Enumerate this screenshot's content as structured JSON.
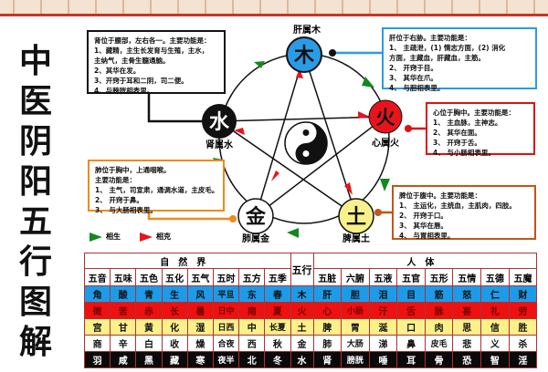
{
  "title_chars": [
    "中",
    "医",
    "阴",
    "阳",
    "五",
    "行",
    "图",
    "解"
  ],
  "elements": {
    "wood": {
      "char": "木",
      "label": "肝属木",
      "color": "#2a9be6"
    },
    "fire": {
      "char": "火",
      "label": "心属火",
      "color": "#e8141c"
    },
    "earth": {
      "char": "土",
      "label": "脾属土",
      "color": "#f8f08a"
    },
    "metal": {
      "char": "金",
      "label": "肺属金",
      "color": "#ffffff"
    },
    "water": {
      "char": "水",
      "label": "肾属水",
      "color": "#111111"
    }
  },
  "boxes": {
    "kidney": [
      "肾位于腰部，左右各一。主要功能是：",
      "1、藏精，主生长发育与生殖，主水，",
      "主纳气，主骨生髓通脑。",
      "2、其华在发。",
      "3、开窍于耳和二阴，司二便。",
      "4、与膀胱相表里。"
    ],
    "liver": [
      "肝位于右胁。主要功能是：",
      "1、 主疏泄，(1) 情志方面，(2) 消化",
      "方面，主藏血，肝藏血，主筋。",
      "2、 开窍于目。",
      "3、 其华在爪。",
      "4、 与胆相表里。"
    ],
    "heart": [
      "心位于胸中。主要功能是：",
      "1、 主血脉，主神志。",
      "2、 其华在面。",
      "3、 开窍于舌。",
      "4、 与小肠相表里。"
    ],
    "spleen": [
      "脾位于腹中。主要功能是：",
      "1、 主运化，主统血，主肌肉，四肢。",
      "2、 开窍于口。",
      "3、 其华在唇。",
      "4、 与胃相表里。"
    ],
    "lung": [
      "肺位于胸中，上通咽喉。",
      "主要功能是：",
      "1、 主气，司宣肃，通调水道，主皮毛。",
      "2、 开窍于鼻。",
      "3、 与大肠相表里。"
    ]
  },
  "legend": {
    "generate": "相生",
    "generate_color": "#118a1e",
    "restrain": "相克",
    "restrain_color": "#e8141c"
  },
  "table": {
    "nature_header": "自然界",
    "element_header": "五行",
    "body_header": "人体",
    "nature_cols": [
      "五音",
      "五味",
      "五色",
      "五化",
      "五气",
      "五时",
      "五方",
      "五季"
    ],
    "body_cols": [
      "五脏",
      "六腑",
      "五液",
      "五官",
      "五形",
      "五情",
      "五德",
      "五魔"
    ],
    "rows": [
      {
        "bg": "#1e9be8",
        "fg": "#111",
        "cells": [
          "角",
          "酸",
          "青",
          "生",
          "风",
          "平旦",
          "东",
          "春",
          "木",
          "肝",
          "胆",
          "泪",
          "目",
          "筋",
          "怒",
          "仁",
          "财"
        ]
      },
      {
        "bg": "#ee1111",
        "fg": "#7a0000",
        "cells": [
          "徵",
          "苦",
          "赤",
          "长",
          "暑",
          "日中",
          "南",
          "夏",
          "火",
          "心",
          "小肠",
          "汗",
          "舌",
          "脉",
          "喜",
          "礼",
          "劳"
        ]
      },
      {
        "bg": "#fbf08a",
        "fg": "#111",
        "cells": [
          "宫",
          "甘",
          "黄",
          "化",
          "湿",
          "日西",
          "中",
          "长夏",
          "土",
          "脾",
          "胃",
          "涎",
          "口",
          "肉",
          "思",
          "信",
          "胜"
        ]
      },
      {
        "bg": "#ffffff",
        "fg": "#111",
        "cells": [
          "商",
          "辛",
          "白",
          "收",
          "燥",
          "合夜",
          "西",
          "秋",
          "金",
          "肺",
          "大肠",
          "涕",
          "鼻",
          "皮毛",
          "悲",
          "义",
          "杀"
        ]
      },
      {
        "bg": "#0a0a0a",
        "fg": "#fff",
        "cells": [
          "羽",
          "咸",
          "黑",
          "藏",
          "寒",
          "夜半",
          "北",
          "冬",
          "水",
          "肾",
          "膀胱",
          "唾",
          "耳",
          "骨",
          "恐",
          "智",
          "淫"
        ]
      }
    ]
  }
}
